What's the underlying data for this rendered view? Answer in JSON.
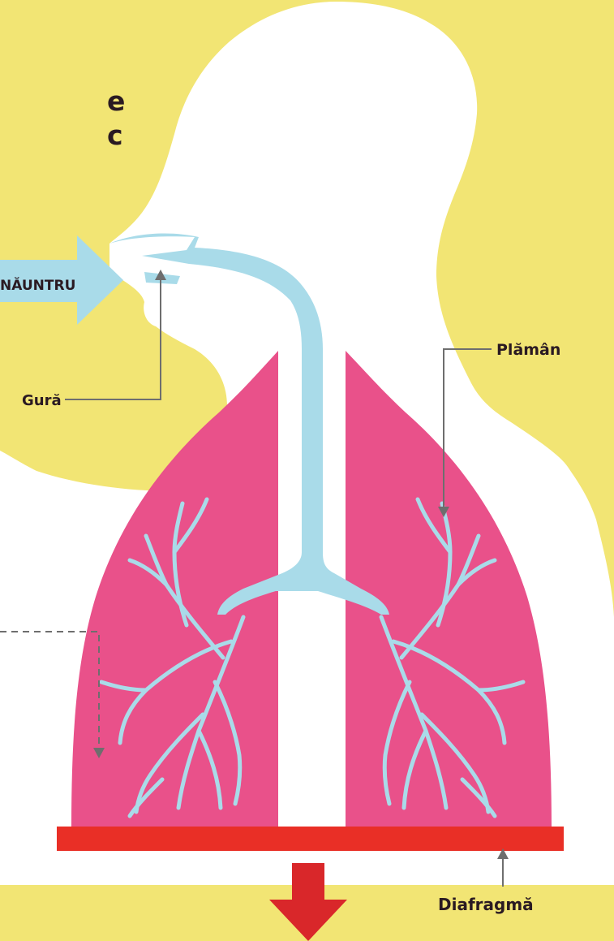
{
  "labels": {
    "inauntru": "NĂUNTRU",
    "gura": "Gură",
    "plaman": "Plămân",
    "diafragma": "Diafragmă"
  },
  "heading_fragments": [
    "e",
    "c"
  ],
  "colors": {
    "background": "#f2e574",
    "body": "#ffffff",
    "airway": "#a9dbe9",
    "lung": "#e9518a",
    "diaphragm": "#e92f26",
    "arrow_down": "#d9272a",
    "leader": "#6e6e6e",
    "text": "#2a1a22"
  }
}
